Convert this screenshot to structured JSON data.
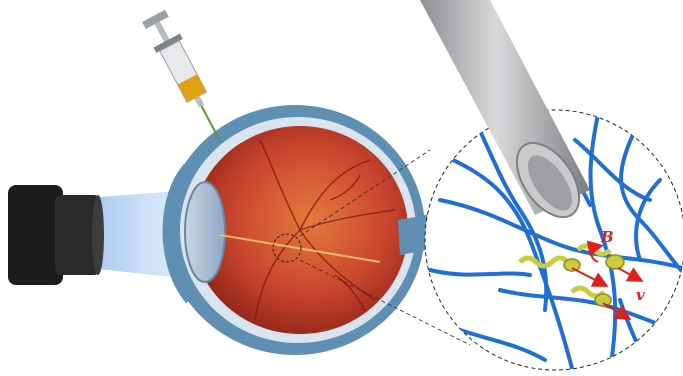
{
  "labels": {
    "magnetic_field": "B",
    "velocity": "v"
  },
  "colors": {
    "background": "#ffffff",
    "network_fiber": "#1f6fd6",
    "helical_robot": "#c9cc3c",
    "arrow": "#e0201c",
    "needle": "#a9abae",
    "light_beam": "#a9c8ee",
    "eye_interior": "#c8452e",
    "sclera": "#5f8fb2",
    "syringe_fluid": "#e0a018"
  },
  "icons": {
    "camera": "ophthalmoscope-lens-icon",
    "syringe": "syringe-icon",
    "eye": "eye-cross-section",
    "needle": "injection-needle",
    "zoom": "magnified-vitreous-view"
  }
}
